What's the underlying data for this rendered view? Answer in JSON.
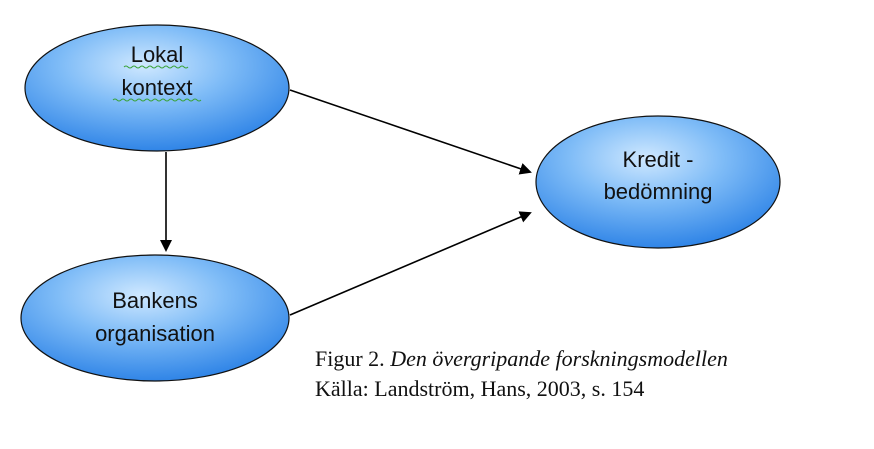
{
  "diagram": {
    "nodes": {
      "lokal": {
        "line1": "Lokal",
        "line2": "kontext"
      },
      "kredit": {
        "line1": "Kredit -",
        "line2": "bedömning"
      },
      "banken": {
        "line1": "Bankens",
        "line2": "organisation"
      }
    },
    "colors": {
      "fill_light": "#bfe0ff",
      "fill_mid": "#6fb4f5",
      "fill_dark": "#2f86e8",
      "stroke": "#111111",
      "arrow": "#000000",
      "spellcheck": "#3aa33a"
    }
  },
  "caption": {
    "figure_label": "Figur 2.",
    "figure_title": "Den övergripande forskningsmodellen",
    "source": "Källa: Landström, Hans, 2003, s. 154"
  }
}
